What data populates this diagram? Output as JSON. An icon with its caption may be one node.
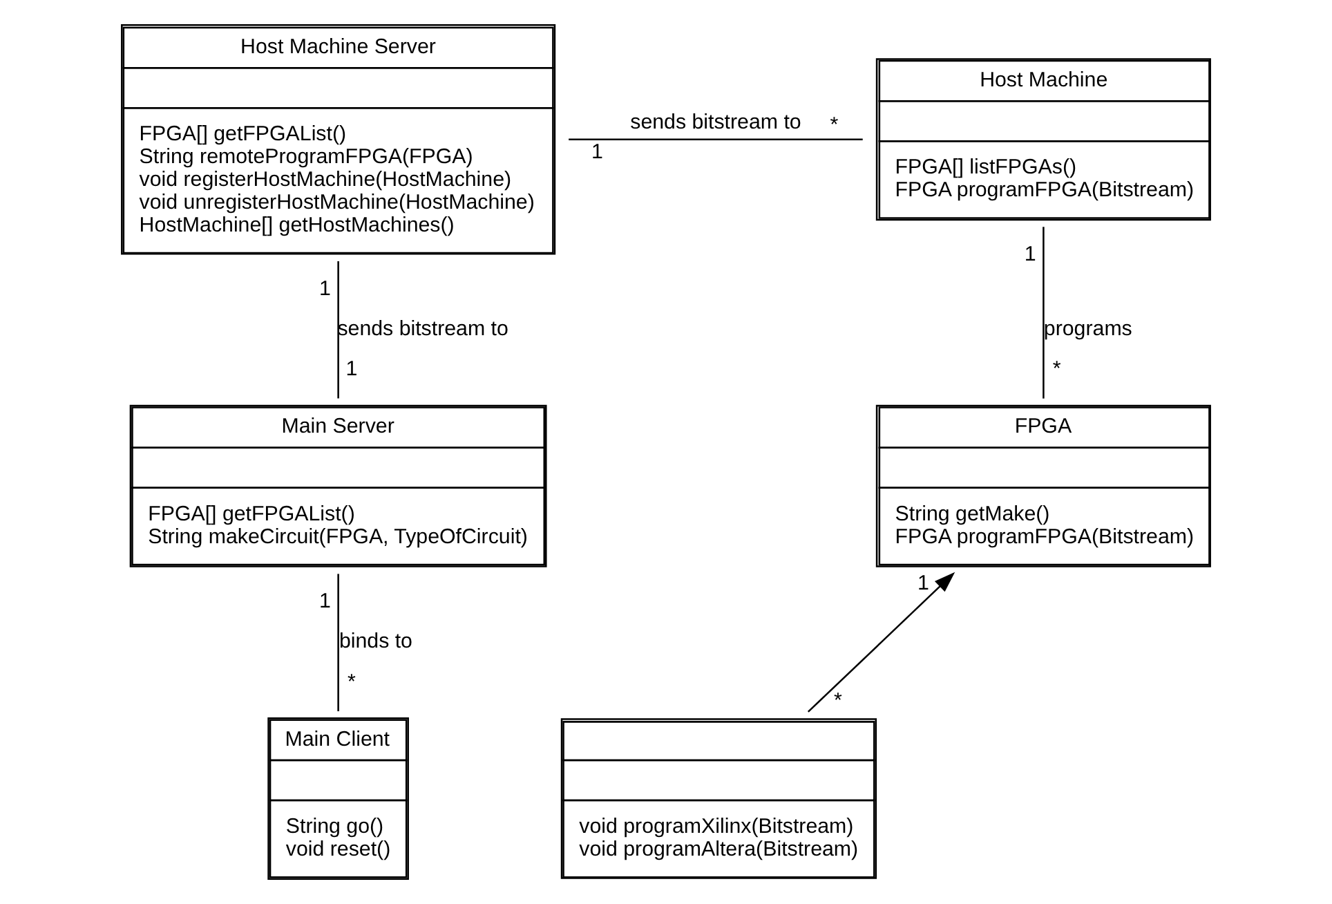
{
  "diagram": {
    "nodes": [
      {
        "text": [
          "Host Machine Server",
          "FPGA[] getFPGAList()",
          "String remoteProgramFPGA(FPGA)",
          "void registerHostMachine(HostMachine)",
          "void unregisterHostMachine(HostMachine)",
          "HostMachine[] getHostMachines()"
        ]
      },
      {
        "text": [
          "Host Machine",
          "FPGA[] listFPGAs()",
          "FPGA programFPGA(Bitstream)"
        ]
      },
      {
        "text": [
          "Main Server",
          "FPGA[] getFPGAList()",
          "String makeCircuit(FPGA, TypeOfCircuit)"
        ]
      },
      {
        "text": [
          "FPGA",
          "String getMake()",
          "FPGA programFPGA(Bitstream)"
        ]
      },
      {
        "text": [
          "Main Client",
          "String go()",
          "void reset()"
        ]
      },
      {
        "text": [
          "void programXilinx(Bitstream)",
          "void programAltera(Bitstream)"
        ]
      }
    ],
    "edges": [
      {
        "from": 0,
        "to": 1,
        "arrow": "none",
        "label": "sends bitstream to"
      },
      {
        "from": 0,
        "to": 2,
        "arrow": "none",
        "label": "sends bitstream to"
      },
      {
        "from": 1,
        "to": 3,
        "arrow": "none",
        "label": "programs"
      },
      {
        "from": 2,
        "to": 4,
        "arrow": "none",
        "label": "binds to"
      },
      {
        "from": 5,
        "to": 3,
        "arrow": "to"
      }
    ],
    "labels": [
      "1",
      "*",
      "1",
      "1",
      "1",
      "*",
      "1",
      "*",
      "1",
      "*"
    ]
  }
}
